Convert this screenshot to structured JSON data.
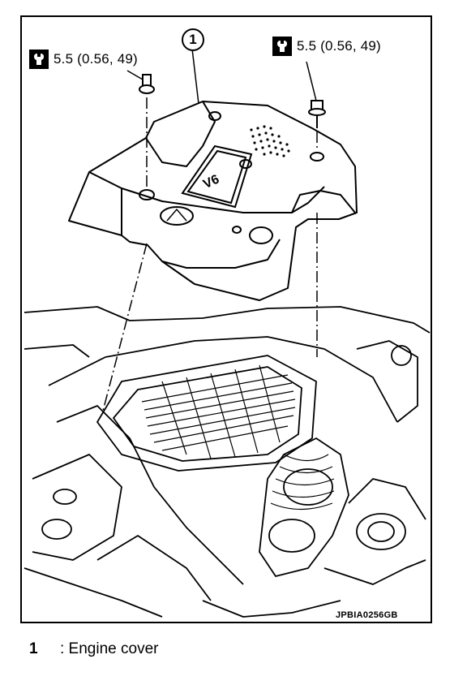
{
  "figure": {
    "callout_number": "1",
    "torque_spec_left": "5.5 (0.56, 49)",
    "torque_spec_right": "5.5 (0.56, 49)",
    "emblem_text": "V6",
    "figure_code": "JPBIA0256GB"
  },
  "legend": {
    "items": [
      {
        "number": "1",
        "text": ": Engine cover"
      }
    ]
  }
}
